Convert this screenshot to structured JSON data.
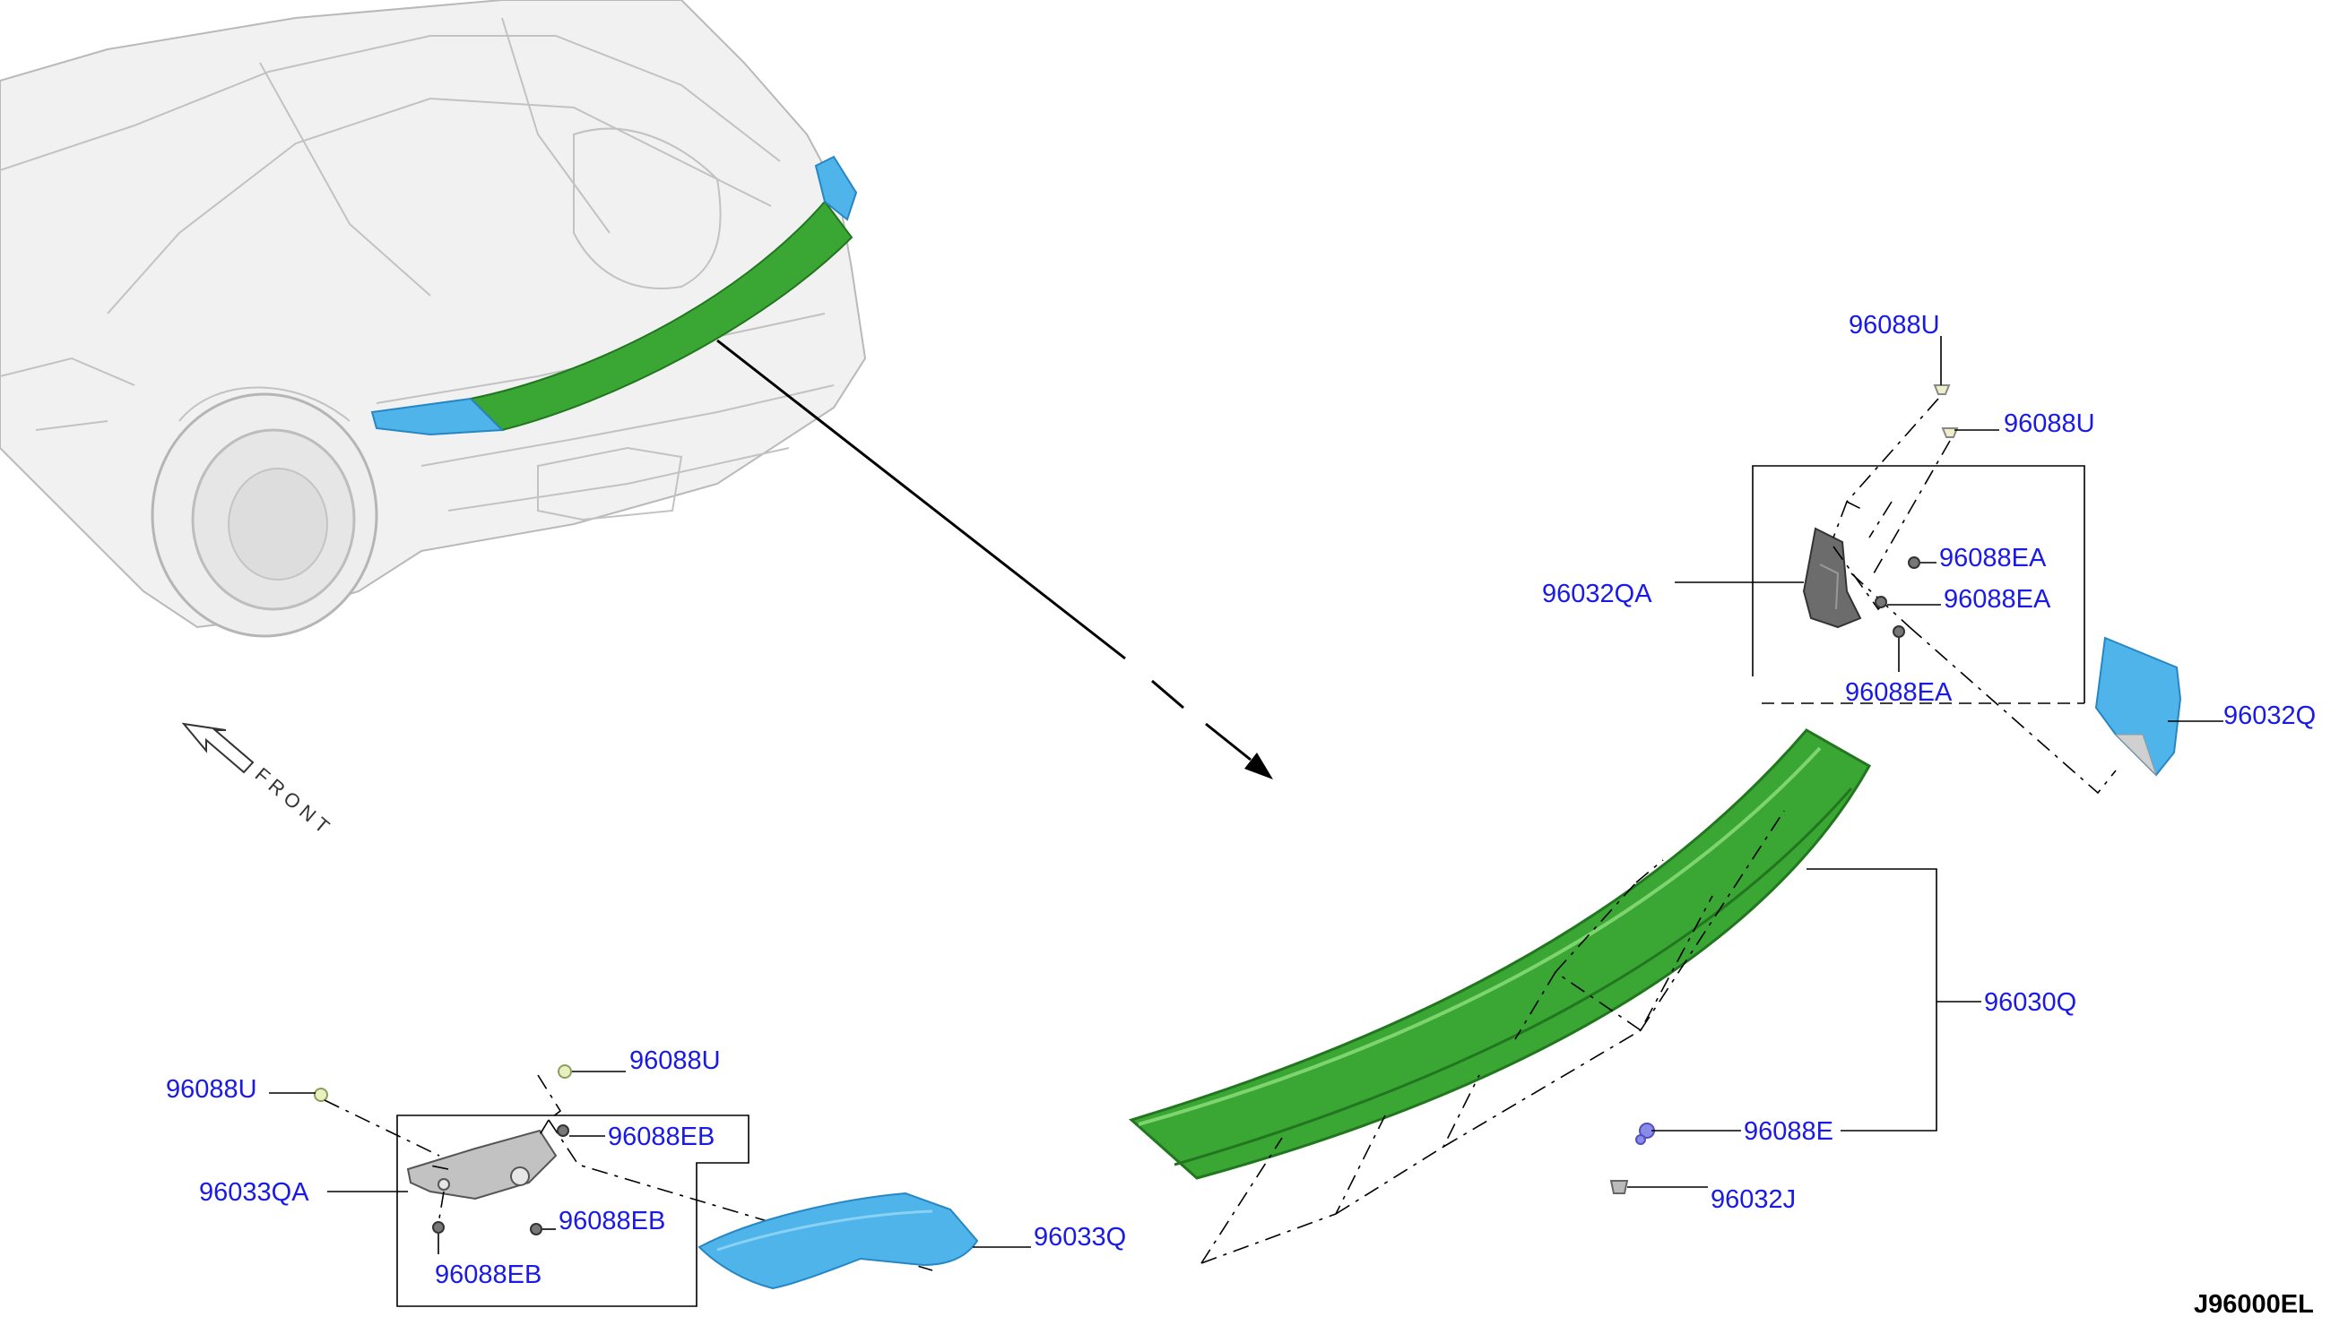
{
  "colors": {
    "label_text": "#1a1ae6",
    "finisher_green": "#3aa634",
    "finisher_green_dark": "#22761f",
    "end_cap_blue": "#4fb4ea",
    "end_cap_blue_dark": "#2786c4",
    "line": "#000000"
  },
  "icons": {
    "front_arrow": "outline-arrow-icon",
    "direction_arrow": "arrow-icon"
  },
  "front_label": "FRONT",
  "diagram_code": "J96000EL",
  "labels": {
    "upper_96088U_a": "96088U",
    "upper_96088U_b": "96088U",
    "upper_96088EA_a": "96088EA",
    "upper_96088EA_b": "96088EA",
    "upper_96088EA_c": "96088EA",
    "upper_96032QA": "96032QA",
    "upper_96032Q": "96032Q",
    "main_96030Q": "96030Q",
    "main_96088E": "96088E",
    "main_96032J": "96032J",
    "lower_96088U_a": "96088U",
    "lower_96088U_b": "96088U",
    "lower_96088EB_a": "96088EB",
    "lower_96088EB_b": "96088EB",
    "lower_96088EB_c": "96088EB",
    "lower_96033QA": "96033QA",
    "lower_96033Q": "96033Q"
  }
}
